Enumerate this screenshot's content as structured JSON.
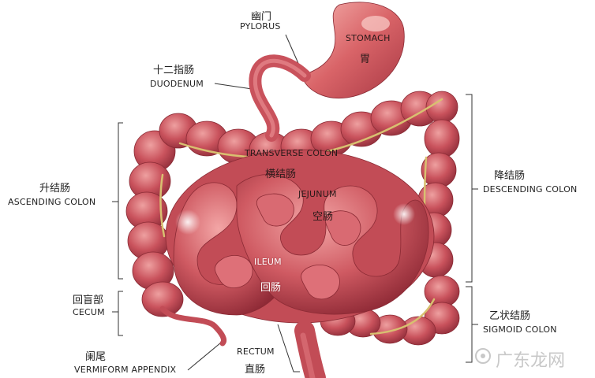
{
  "labels": {
    "pylorus": {
      "zh": "幽门",
      "en": "PYLORUS"
    },
    "stomach": {
      "zh": "胃",
      "en": "STOMACH"
    },
    "duodenum": {
      "zh": "十二指肠",
      "en": "DUODENUM"
    },
    "transverse_colon": {
      "zh": "横结肠",
      "en": "TRANSVERSE COLON"
    },
    "jejunum": {
      "zh": "空肠",
      "en": "JEJUNUM"
    },
    "ascending_colon": {
      "zh": "升结肠",
      "en": "ASCENDING COLON"
    },
    "descending_colon": {
      "zh": "降结肠",
      "en": "DESCENDING COLON"
    },
    "ileum": {
      "zh": "回肠",
      "en": "ILEUM"
    },
    "cecum": {
      "zh": "回盲部",
      "en": "CECUM"
    },
    "sigmoid_colon": {
      "zh": "乙状结肠",
      "en": "SIGMOID COLON"
    },
    "appendix": {
      "zh": "阑尾",
      "en": "VERMIFORM APPENDIX"
    },
    "rectum": {
      "zh": "直肠",
      "en": "RECTUM"
    }
  },
  "watermark": {
    "text": "广东龙网"
  },
  "colors": {
    "organ": "#c8505a",
    "organ_dark": "#8f2a36",
    "organ_light": "#f0a0a0",
    "fat": "#d8c070",
    "text": "#222222"
  }
}
